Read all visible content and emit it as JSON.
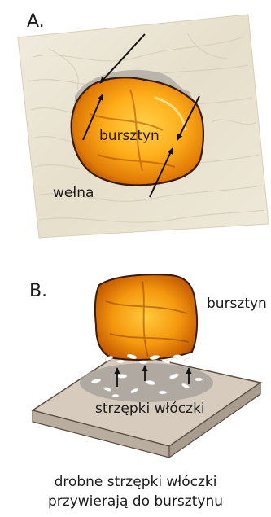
{
  "panel_a": {
    "letter": "A.",
    "amber_label": "bursztyn",
    "wool_label": "wełna"
  },
  "panel_b": {
    "letter": "B.",
    "amber_label": "bursztyn",
    "fiber_label": "strzępki włóczki"
  },
  "caption": {
    "line1": "drobne strzępki włóczki",
    "line2": "przywierają do bursztynu"
  },
  "colors": {
    "wool": "#ece6d6",
    "amber_light": "#ffb21a",
    "amber_dark": "#b54a00",
    "board": "#d5c9bb",
    "arrow": "#111111"
  }
}
